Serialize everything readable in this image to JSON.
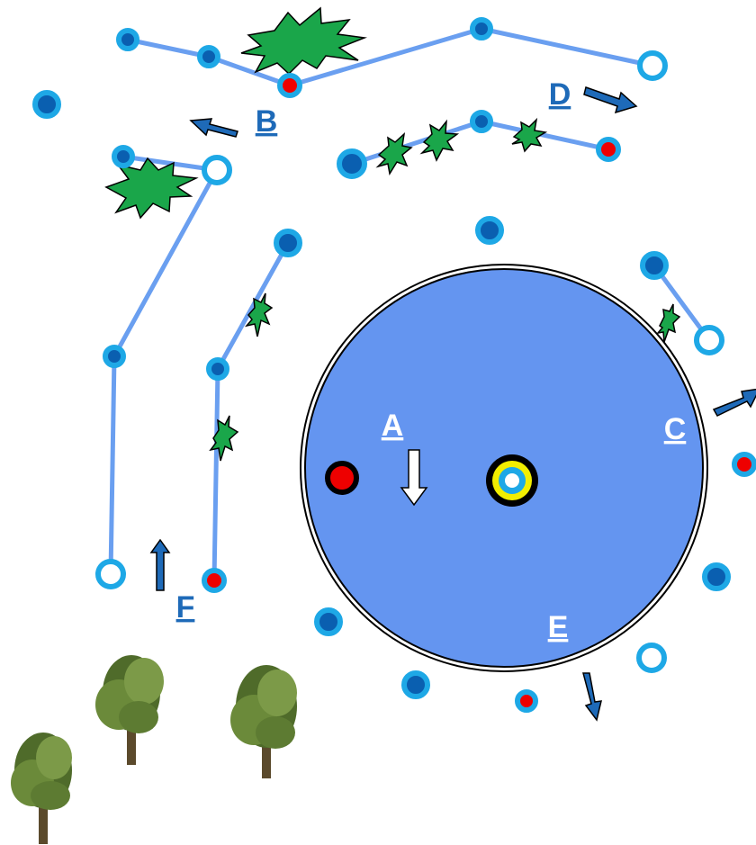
{
  "labels": {
    "a": "A",
    "b": "B",
    "c": "C",
    "d": "D",
    "e": "E",
    "f": "F"
  },
  "colors": {
    "line": "#6a9ff0",
    "node_ring": "#1ea8e6",
    "node_fill": "#0a5fb0",
    "node_red": "#ee0000",
    "circle_fill": "#6495f0",
    "arrow": "#1e6ab8",
    "arrow_white": "#ffffff",
    "label_white": "#ffffff",
    "label_blue": "#1e6ab8",
    "burst": "#1aa64a",
    "center_ring": "#f2ee00",
    "center_inner": "#1ea8e6"
  },
  "icons": [
    "node-blue",
    "node-red",
    "node-open",
    "burst",
    "arrow",
    "tree"
  ]
}
